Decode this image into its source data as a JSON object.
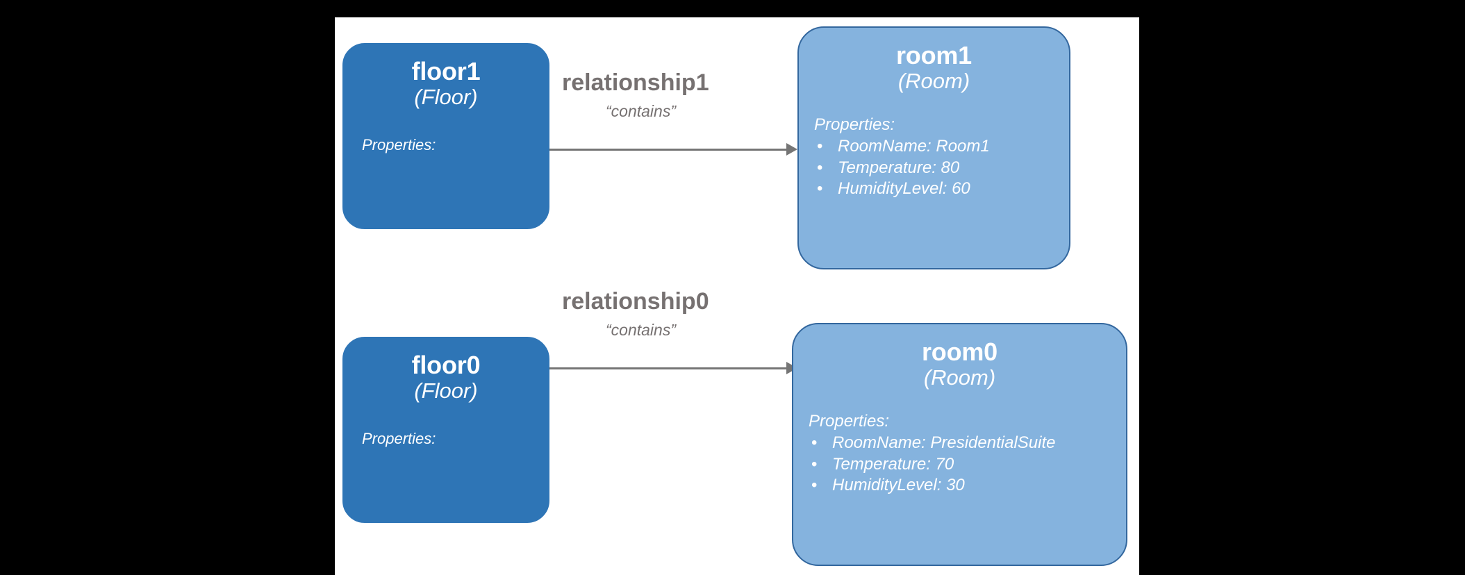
{
  "canvas": {
    "background": "#ffffff",
    "outer_background": "#000000"
  },
  "colors": {
    "floor_fill": "#2E75B6",
    "room_fill": "#85B3DE",
    "room_border": "#33679E",
    "edge_gray": "#757575",
    "label_gray": "#767171",
    "node_text": "#ffffff"
  },
  "nodes": [
    {
      "id": "floor1",
      "title": "floor1",
      "model": "(Floor)",
      "properties_label": "Properties:",
      "properties": []
    },
    {
      "id": "room1",
      "title": "room1",
      "model": "(Room)",
      "properties_label": "Properties:",
      "properties": [
        "RoomName: Room1",
        "Temperature: 80",
        "HumidityLevel: 60"
      ]
    },
    {
      "id": "floor0",
      "title": "floor0",
      "model": "(Floor)",
      "properties_label": "Properties:",
      "properties": []
    },
    {
      "id": "room0",
      "title": "room0",
      "model": "(Room)",
      "properties_label": "Properties:",
      "properties": [
        "RoomName: PresidentialSuite",
        "Temperature: 70",
        "HumidityLevel: 30"
      ]
    }
  ],
  "edges": [
    {
      "id": "relationship1",
      "name": "relationship1",
      "kind": "“contains”",
      "source": "floor1",
      "target": "room1"
    },
    {
      "id": "relationship0",
      "name": "relationship0",
      "kind": "“contains”",
      "source": "floor0",
      "target": "room0"
    }
  ],
  "bullet_glyph": "•"
}
